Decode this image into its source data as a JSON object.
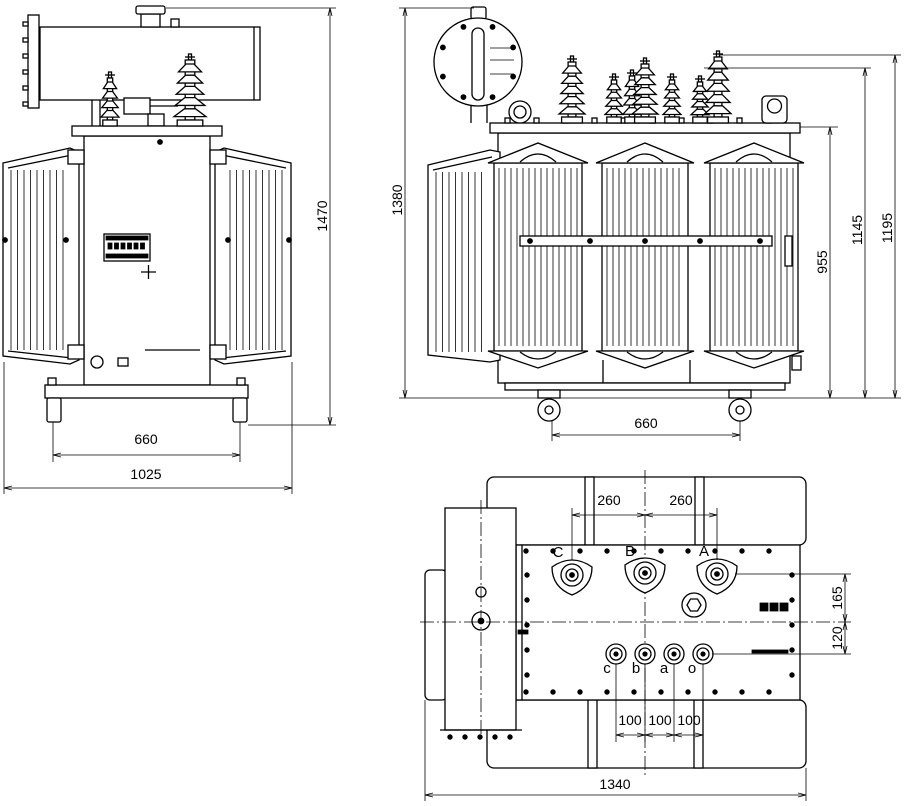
{
  "front_view": {
    "dim_height": "1470",
    "dim_wheel_track": "660",
    "dim_width": "1025"
  },
  "side_view": {
    "dim_height": "1380",
    "dim_a": "955",
    "dim_b": "1145",
    "dim_c": "1195",
    "dim_wheel_track": "660"
  },
  "plan_view": {
    "hv_terminals": [
      "C",
      "B",
      "A"
    ],
    "lv_terminals": [
      "c",
      "b",
      "a",
      "o"
    ],
    "dim_hv_pitch": [
      "260",
      "260"
    ],
    "dim_hv_offset": "165",
    "dim_lv_offset": "120",
    "dim_lv_pitch": [
      "100",
      "100",
      "100"
    ],
    "dim_length": "1340"
  }
}
